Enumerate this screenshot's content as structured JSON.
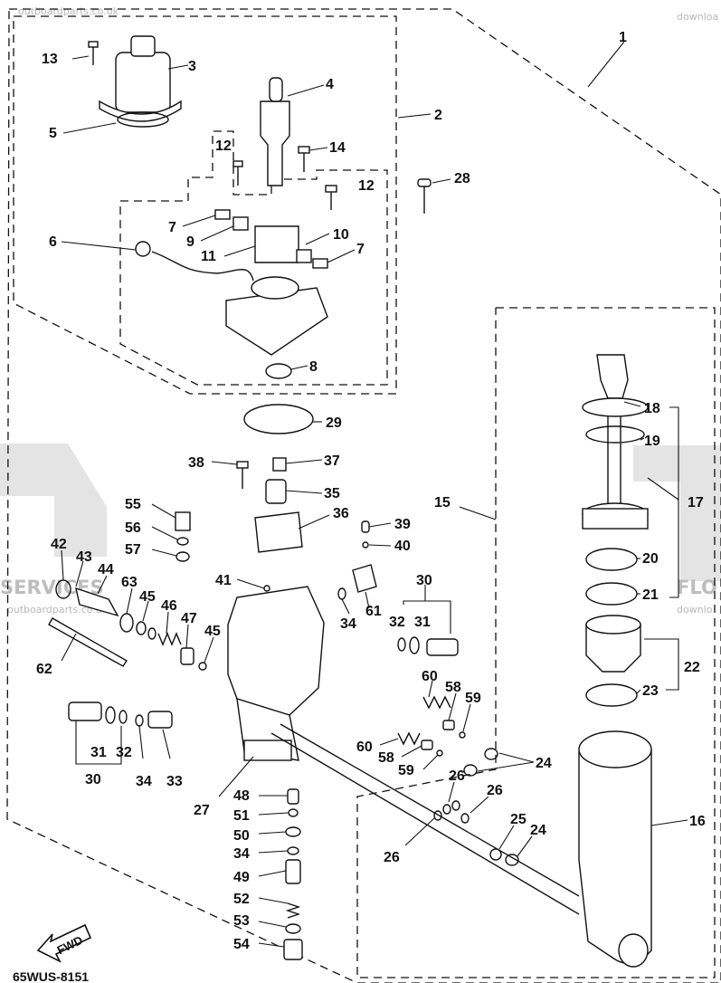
{
  "watermark": {
    "site_left": "outboardparts.co.uk",
    "site_right": "downloa",
    "site_left_mid": "outboardparts.co.uk",
    "site_right_mid": "downlo",
    "brand_left": "SERVICES",
    "brand_right": "FLO"
  },
  "drawing_code": "65WUS-8151",
  "fwd_label": "FWD",
  "parts": [
    {
      "id": "p1",
      "text": "1"
    },
    {
      "id": "p2",
      "text": "2"
    },
    {
      "id": "p3",
      "text": "3"
    },
    {
      "id": "p4",
      "text": "4"
    },
    {
      "id": "p5",
      "text": "5"
    },
    {
      "id": "p6",
      "text": "6"
    },
    {
      "id": "p7a",
      "text": "7"
    },
    {
      "id": "p7b",
      "text": "7"
    },
    {
      "id": "p8",
      "text": "8"
    },
    {
      "id": "p9",
      "text": "9"
    },
    {
      "id": "p10",
      "text": "10"
    },
    {
      "id": "p11",
      "text": "11"
    },
    {
      "id": "p12a",
      "text": "12"
    },
    {
      "id": "p12b",
      "text": "12"
    },
    {
      "id": "p13",
      "text": "13"
    },
    {
      "id": "p14",
      "text": "14"
    },
    {
      "id": "p15",
      "text": "15"
    },
    {
      "id": "p16",
      "text": "16"
    },
    {
      "id": "p17",
      "text": "17"
    },
    {
      "id": "p18",
      "text": "18"
    },
    {
      "id": "p19",
      "text": "19"
    },
    {
      "id": "p20",
      "text": "20"
    },
    {
      "id": "p21",
      "text": "21"
    },
    {
      "id": "p22",
      "text": "22"
    },
    {
      "id": "p23",
      "text": "23"
    },
    {
      "id": "p24a",
      "text": "24"
    },
    {
      "id": "p24b",
      "text": "24"
    },
    {
      "id": "p25",
      "text": "25"
    },
    {
      "id": "p26a",
      "text": "26"
    },
    {
      "id": "p26b",
      "text": "26"
    },
    {
      "id": "p26c",
      "text": "26"
    },
    {
      "id": "p27",
      "text": "27"
    },
    {
      "id": "p28",
      "text": "28"
    },
    {
      "id": "p29",
      "text": "29"
    },
    {
      "id": "p30a",
      "text": "30"
    },
    {
      "id": "p30b",
      "text": "30"
    },
    {
      "id": "p31a",
      "text": "31"
    },
    {
      "id": "p31b",
      "text": "31"
    },
    {
      "id": "p32a",
      "text": "32"
    },
    {
      "id": "p32b",
      "text": "32"
    },
    {
      "id": "p33",
      "text": "33"
    },
    {
      "id": "p34a",
      "text": "34"
    },
    {
      "id": "p34b",
      "text": "34"
    },
    {
      "id": "p34c",
      "text": "34"
    },
    {
      "id": "p35",
      "text": "35"
    },
    {
      "id": "p36",
      "text": "36"
    },
    {
      "id": "p37",
      "text": "37"
    },
    {
      "id": "p38",
      "text": "38"
    },
    {
      "id": "p39",
      "text": "39"
    },
    {
      "id": "p40",
      "text": "40"
    },
    {
      "id": "p41",
      "text": "41"
    },
    {
      "id": "p42",
      "text": "42"
    },
    {
      "id": "p43",
      "text": "43"
    },
    {
      "id": "p44",
      "text": "44"
    },
    {
      "id": "p45a",
      "text": "45"
    },
    {
      "id": "p45b",
      "text": "45"
    },
    {
      "id": "p46",
      "text": "46"
    },
    {
      "id": "p47",
      "text": "47"
    },
    {
      "id": "p48",
      "text": "48"
    },
    {
      "id": "p49",
      "text": "49"
    },
    {
      "id": "p50",
      "text": "50"
    },
    {
      "id": "p51",
      "text": "51"
    },
    {
      "id": "p52",
      "text": "52"
    },
    {
      "id": "p53",
      "text": "53"
    },
    {
      "id": "p54",
      "text": "54"
    },
    {
      "id": "p55",
      "text": "55"
    },
    {
      "id": "p56",
      "text": "56"
    },
    {
      "id": "p57",
      "text": "57"
    },
    {
      "id": "p58a",
      "text": "58"
    },
    {
      "id": "p58b",
      "text": "58"
    },
    {
      "id": "p59a",
      "text": "59"
    },
    {
      "id": "p59b",
      "text": "59"
    },
    {
      "id": "p60a",
      "text": "60"
    },
    {
      "id": "p60b",
      "text": "60"
    },
    {
      "id": "p61",
      "text": "61"
    },
    {
      "id": "p62",
      "text": "62"
    },
    {
      "id": "p63",
      "text": "63"
    }
  ]
}
